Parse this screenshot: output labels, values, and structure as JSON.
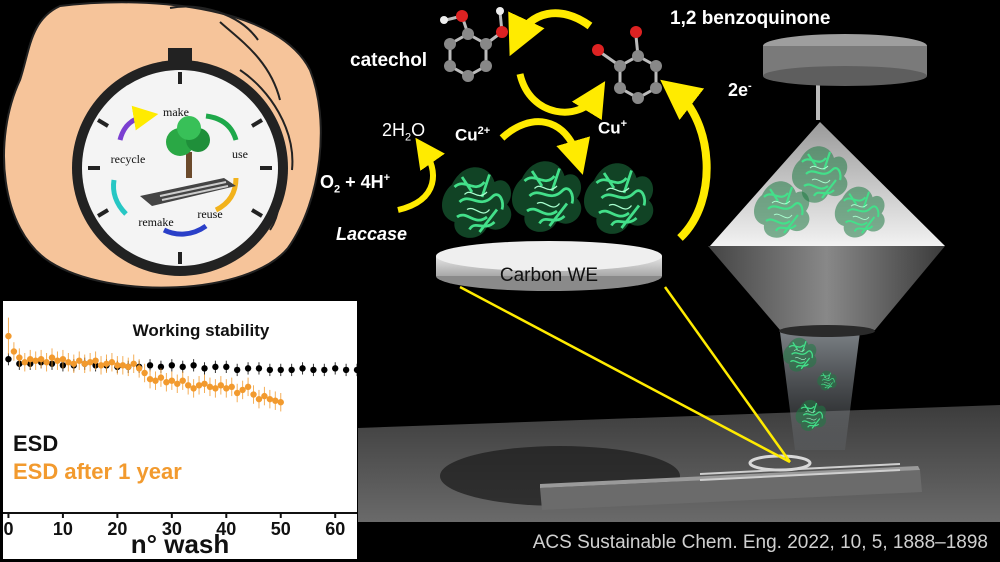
{
  "diagram": {
    "molecules": {
      "catechol": "catechol",
      "benzoquinone": "1,2 benzoquinone"
    },
    "reaction": {
      "electrons": "2e",
      "electrons_sup": "-",
      "copper_ii": "Cu",
      "copper_ii_sup": "2+",
      "copper_i": "Cu",
      "copper_i_sup": "+",
      "water_a": "2H",
      "water_sub": "2",
      "water_b": "O",
      "oxygen_a": "O",
      "oxygen_sub": "2",
      "oxygen_b": " + 4H",
      "oxygen_sup": "+",
      "enzyme": "Laccase"
    },
    "electrode": "Carbon WE",
    "cycle": {
      "make": "make",
      "use": "use",
      "reuse": "reuse",
      "remake": "remake",
      "recycle": "recycle"
    },
    "citation": "ACS Sustainable Chem. Eng. 2022, 10, 5, 1888–1898",
    "colors": {
      "arrow": "#ffeb00",
      "enzyme": "#3fd07a",
      "esd": "#000000",
      "esd_after": "#f29a2e"
    }
  },
  "chart_data": {
    "type": "scatter",
    "title": "Working stability",
    "xlabel": "n° wash",
    "ylabel": "",
    "xlim": [
      -1,
      64
    ],
    "ylim": [
      0,
      130
    ],
    "xticks": [
      0,
      10,
      20,
      30,
      40,
      50,
      60
    ],
    "legend_placement": "left",
    "series": [
      {
        "name": "ESD",
        "color": "#000000",
        "x": [
          0,
          2,
          4,
          6,
          8,
          10,
          12,
          14,
          16,
          18,
          20,
          22,
          24,
          26,
          28,
          30,
          32,
          34,
          36,
          38,
          40,
          42,
          44,
          46,
          48,
          50,
          52,
          54,
          56,
          58,
          60,
          62,
          64
        ],
        "y": [
          100,
          97,
          97,
          98,
          97,
          96,
          96,
          97,
          96,
          96,
          95,
          95,
          95,
          96,
          95,
          96,
          95,
          96,
          94,
          95,
          95,
          93,
          94,
          94,
          93,
          93,
          93,
          94,
          93,
          93,
          94,
          93,
          93
        ]
      },
      {
        "name": "ESD after 1 year",
        "color": "#f29a2e",
        "x": [
          0,
          1,
          2,
          3,
          4,
          5,
          6,
          7,
          8,
          9,
          10,
          11,
          12,
          13,
          14,
          15,
          16,
          17,
          18,
          19,
          20,
          21,
          22,
          23,
          24,
          25,
          26,
          27,
          28,
          29,
          30,
          31,
          32,
          33,
          34,
          35,
          36,
          37,
          38,
          39,
          40,
          41,
          42,
          43,
          44,
          45,
          46,
          47,
          48,
          49,
          50
        ],
        "y": [
          115,
          105,
          101,
          98,
          100,
          99,
          100,
          98,
          101,
          99,
          100,
          98,
          97,
          99,
          97,
          98,
          99,
          96,
          97,
          98,
          96,
          96,
          95,
          97,
          94,
          91,
          87,
          86,
          88,
          85,
          86,
          84,
          86,
          83,
          81,
          83,
          84,
          82,
          81,
          83,
          81,
          82,
          78,
          80,
          82,
          77,
          74,
          76,
          74,
          73,
          72
        ]
      }
    ]
  }
}
